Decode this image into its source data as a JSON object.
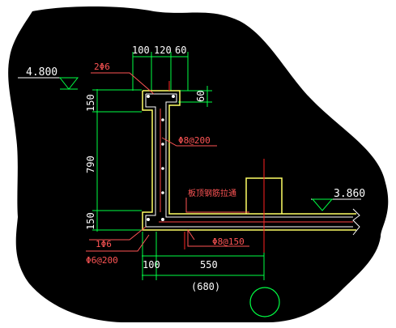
{
  "colors": {
    "canvas": "#000000",
    "paper": "#ffffff",
    "concrete_outline": "#ffff66",
    "rebar": "#ffffff",
    "rebar_pink": "#ff55ff",
    "dimension": "#00ff44",
    "label": "#ff5555",
    "elevation": "#ffffff",
    "leader": "#ff5555",
    "axis": "#ff2222",
    "detail_circle": "#00ff44",
    "inner_rebar": "#ff4444"
  },
  "elevations": {
    "top": "4.800",
    "right": "3.860"
  },
  "top_dimensions": [
    "100",
    "120",
    "60"
  ],
  "right_small_dimension": "60",
  "left_dimensions": [
    "150",
    "790",
    "150"
  ],
  "bottom_dimensions": [
    "100",
    "550"
  ],
  "total_dimension": "(680)",
  "rebar_labels": {
    "top_bars": "2Φ6",
    "vertical_stirrup": "Φ8@200",
    "slab_note": "板顶钢筋拉通",
    "slab_bar": "Φ8@150",
    "bottom_bar": "1Φ6",
    "bottom_stirrup": "Φ6@200"
  },
  "icons": {
    "elevation_marker": "triangle-elevation-icon",
    "detail_marker": "circle-detail-icon"
  }
}
